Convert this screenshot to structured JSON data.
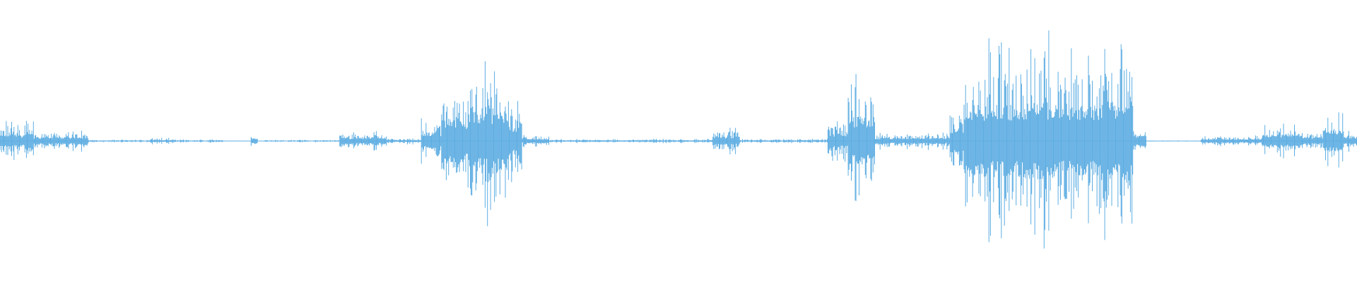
{
  "waveform": {
    "color": "#5DADE2",
    "segments": [
      {
        "start": 0.0,
        "end": 0.012,
        "level": 0.18
      },
      {
        "start": 0.012,
        "end": 0.018,
        "level": 0.15
      },
      {
        "start": 0.018,
        "end": 0.025,
        "level": 0.28
      },
      {
        "start": 0.025,
        "end": 0.065,
        "level": 0.1
      },
      {
        "start": 0.065,
        "end": 0.11,
        "level": 0.015
      },
      {
        "start": 0.11,
        "end": 0.13,
        "level": 0.03
      },
      {
        "start": 0.13,
        "end": 0.165,
        "level": 0.015
      },
      {
        "start": 0.165,
        "end": 0.175,
        "level": 0.004
      },
      {
        "start": 0.185,
        "end": 0.19,
        "level": 0.08
      },
      {
        "start": 0.195,
        "end": 0.25,
        "level": 0.012
      },
      {
        "start": 0.25,
        "end": 0.285,
        "level": 0.09
      },
      {
        "start": 0.285,
        "end": 0.31,
        "level": 0.03
      },
      {
        "start": 0.31,
        "end": 0.325,
        "level": 0.22
      },
      {
        "start": 0.325,
        "end": 0.345,
        "level": 0.55
      },
      {
        "start": 0.345,
        "end": 0.375,
        "level": 0.78
      },
      {
        "start": 0.375,
        "end": 0.385,
        "level": 0.4
      },
      {
        "start": 0.385,
        "end": 0.405,
        "level": 0.06
      },
      {
        "start": 0.405,
        "end": 0.525,
        "level": 0.02
      },
      {
        "start": 0.525,
        "end": 0.545,
        "level": 0.12
      },
      {
        "start": 0.545,
        "end": 0.61,
        "level": 0.02
      },
      {
        "start": 0.61,
        "end": 0.625,
        "level": 0.2
      },
      {
        "start": 0.625,
        "end": 0.645,
        "level": 0.62
      },
      {
        "start": 0.645,
        "end": 0.7,
        "level": 0.08
      },
      {
        "start": 0.7,
        "end": 0.71,
        "level": 0.35
      },
      {
        "start": 0.71,
        "end": 0.755,
        "level": 0.92
      },
      {
        "start": 0.755,
        "end": 0.78,
        "level": 0.98
      },
      {
        "start": 0.78,
        "end": 0.81,
        "level": 0.9
      },
      {
        "start": 0.81,
        "end": 0.835,
        "level": 1.0
      },
      {
        "start": 0.835,
        "end": 0.845,
        "level": 0.15
      },
      {
        "start": 0.845,
        "end": 0.885,
        "level": 0.006
      },
      {
        "start": 0.885,
        "end": 0.93,
        "level": 0.05
      },
      {
        "start": 0.93,
        "end": 0.96,
        "level": 0.16
      },
      {
        "start": 0.96,
        "end": 0.975,
        "level": 0.1
      },
      {
        "start": 0.975,
        "end": 0.99,
        "level": 0.28
      },
      {
        "start": 0.99,
        "end": 1.0,
        "level": 0.1
      }
    ]
  }
}
